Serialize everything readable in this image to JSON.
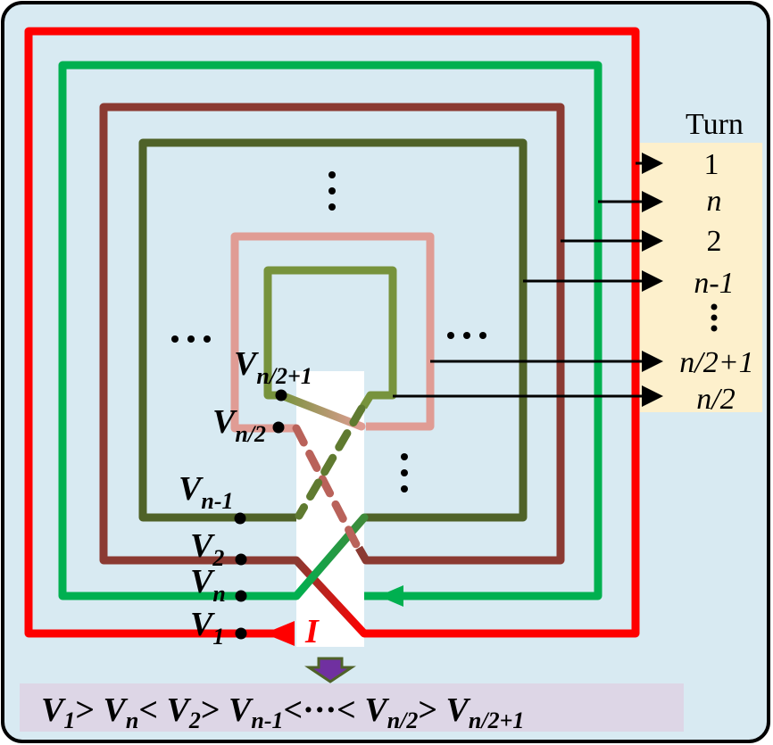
{
  "colors": {
    "background": "#d8eaf2",
    "turn1": "#ff0000",
    "turnN": "#00b050",
    "turn2": "#8b3a32",
    "turnN1": "#4f6228",
    "turnN2": "#e09c94",
    "turnN21": "#77933c",
    "turn_panel": "#fdf0cc",
    "equation_panel": "#ddd6e6",
    "down_arrow": "#7030a0"
  },
  "turn_table": {
    "header": "Turn",
    "rows": [
      {
        "label": "1",
        "italic": false
      },
      {
        "label": "n",
        "italic": true
      },
      {
        "label": "2",
        "italic": false
      },
      {
        "label": "n-1",
        "italic": true
      },
      {
        "label": "n/2+1",
        "italic": true
      },
      {
        "label": "n/2",
        "italic": true
      }
    ]
  },
  "current_label": "I",
  "nodes": [
    {
      "main": "V",
      "sub": "n/2+1"
    },
    {
      "main": "V",
      "sub": "n/2"
    },
    {
      "main": "V",
      "sub": "n-1"
    },
    {
      "main": "V",
      "sub": "2"
    },
    {
      "main": "V",
      "sub": "n"
    },
    {
      "main": "V",
      "sub": "1"
    }
  ],
  "equation": {
    "terms": [
      {
        "main": "V",
        "sub": "1",
        "op": ">"
      },
      {
        "main": "V",
        "sub": "n",
        "op": "<"
      },
      {
        "main": "V",
        "sub": "2",
        "op": ">"
      },
      {
        "main": "V",
        "sub": "n-1",
        "op": "<···<"
      },
      {
        "main": "V",
        "sub": "n/2",
        "op": ">"
      },
      {
        "main": "V",
        "sub": "n/2+1",
        "op": ""
      }
    ]
  }
}
